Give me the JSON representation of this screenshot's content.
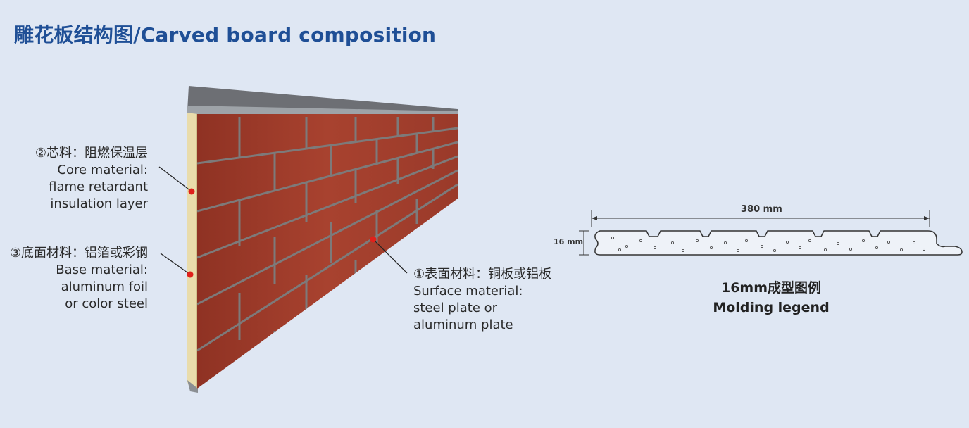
{
  "title": "雕花板结构图/Carved board composition",
  "callouts": {
    "core": {
      "cn": "②芯料：阻燃保温层",
      "en_lines": [
        "Core material:",
        "flame retardant",
        "insulation layer"
      ]
    },
    "base": {
      "cn": "③底面材料：铝箔或彩钢",
      "en_lines": [
        "Base material:",
        "aluminum foil",
        "or color steel"
      ]
    },
    "surface": {
      "cn": "①表面材料：铜板或铝板",
      "en_lines": [
        "Surface material:",
        "steel plate or",
        "aluminum plate"
      ]
    }
  },
  "profile": {
    "width_label": "380 mm",
    "thickness_label": "16 mm",
    "caption_cn": "16mm成型图例",
    "caption_en": "Molding legend"
  },
  "colors": {
    "background": "#dfe7f3",
    "title": "#1f4f96",
    "brick": "#a5402e",
    "mortar": "#7d7a7a",
    "marker": "#e0201b"
  }
}
